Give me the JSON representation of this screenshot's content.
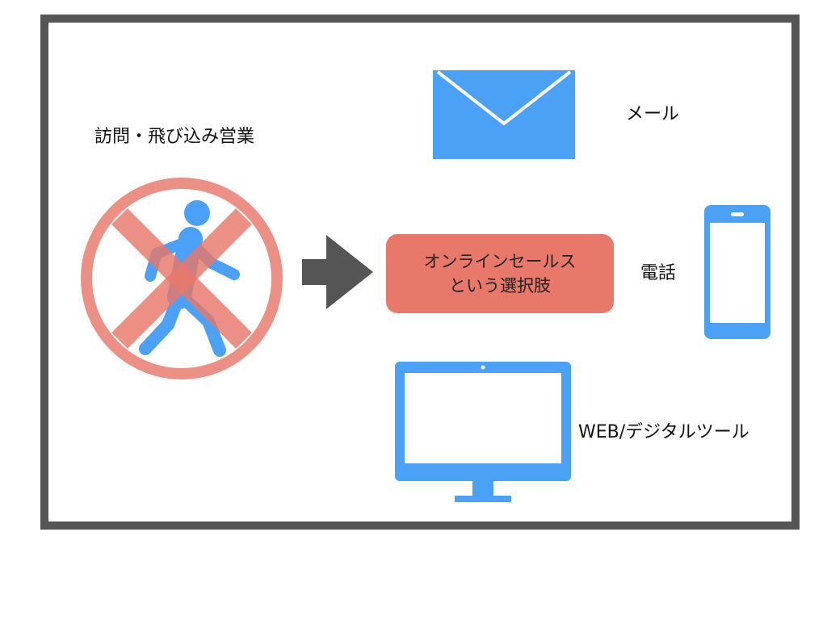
{
  "labels": {
    "visit_sales": "訪問・飛び込み営業",
    "mail": "メール",
    "phone": "電話",
    "web_tools": "WEB/デジタルツール"
  },
  "center_box": {
    "line1": "オンラインセールス",
    "line2": "という選択肢"
  },
  "colors": {
    "frame": "#555555",
    "blue": "#4ba1f5",
    "red": "#e8786a",
    "arrow": "#555555"
  },
  "icons": [
    "prohibited-walking-person-icon",
    "right-arrow-icon",
    "envelope-icon",
    "smartphone-icon",
    "monitor-icon"
  ]
}
